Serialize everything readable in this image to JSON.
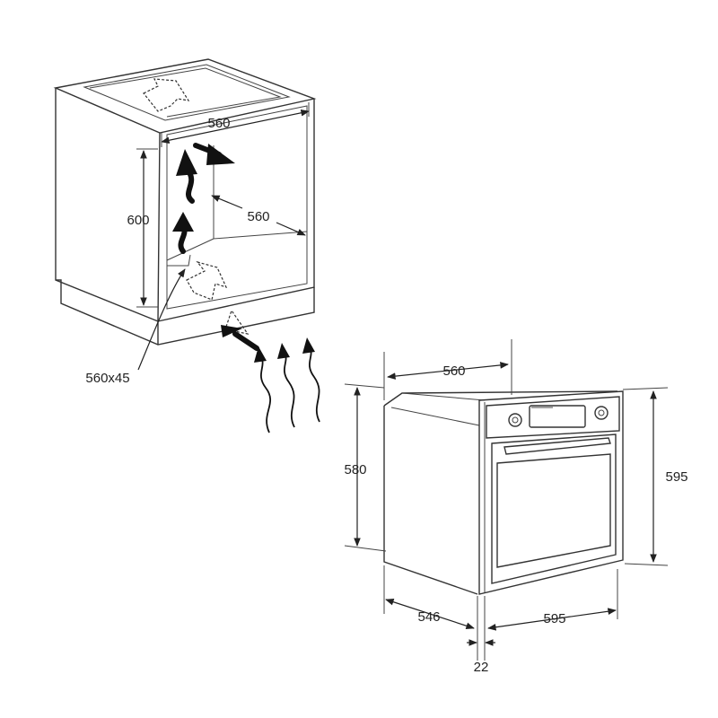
{
  "cabinet": {
    "dim_width_top": "560",
    "dim_height": "600",
    "dim_depth": "560",
    "dim_vent": "560x45"
  },
  "oven": {
    "dim_niche_width": "560",
    "dim_niche_height": "580",
    "dim_front_height": "595",
    "dim_depth": "546",
    "dim_front_width": "595",
    "dim_front_panel": "22"
  },
  "colors": {
    "line": "#333333",
    "arrow": "#111111",
    "background": "#ffffff"
  }
}
